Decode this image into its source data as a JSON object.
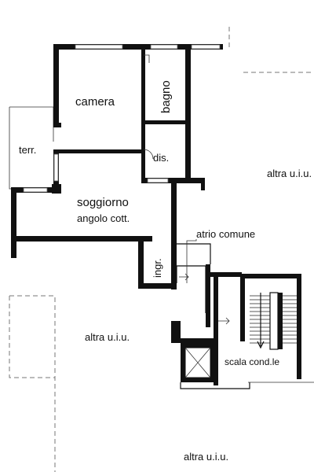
{
  "rooms": {
    "camera": "camera",
    "bagno": "bagno",
    "terrazzo": "terr.",
    "disimpegno": "dis.",
    "soggiorno": "soggiorno",
    "angolo_cottura": "angolo cott.",
    "ingresso": "ingr.",
    "atrio": "atrio comune",
    "scala": "scala cond.le"
  },
  "neighbours": {
    "right": "altra u.i.u.",
    "left": "altra u.i.u.",
    "bottom": "altra u.i.u."
  }
}
